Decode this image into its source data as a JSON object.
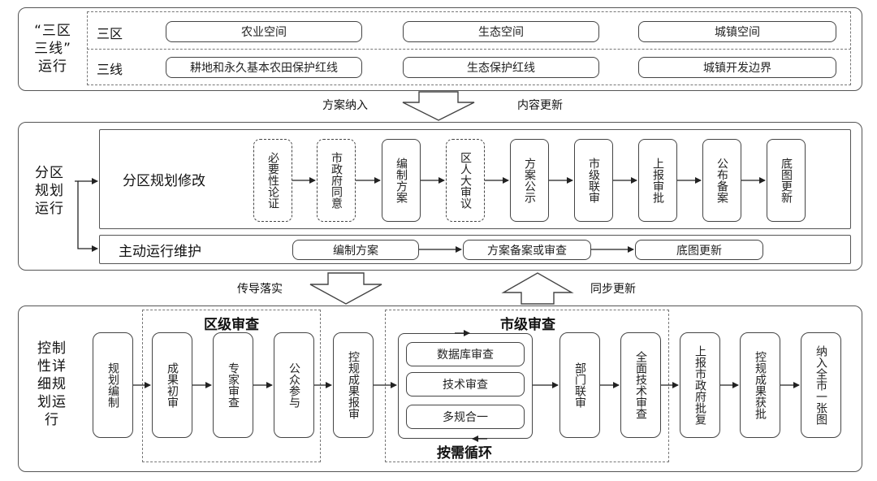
{
  "section1": {
    "side_label": "“三区\n三线”\n运行",
    "row1_label": "三区",
    "row2_label": "三线",
    "row1_items": [
      "农业空间",
      "生态空间",
      "城镇空间"
    ],
    "row2_items": [
      "耕地和永久基本农田保护红线",
      "生态保护红线",
      "城镇开发边界"
    ]
  },
  "arrow1": {
    "left_text": "方案纳入",
    "right_text": "内容更新"
  },
  "section2": {
    "side_label": "分区\n规划\n运行",
    "sub1_label": "分区规划修改",
    "sub2_label": "主动运行维护",
    "steps": [
      "必要性论证",
      "市政府同意",
      "编制方案",
      "区人大审议",
      "方案公示",
      "市级联审",
      "上报审批",
      "公布备案",
      "底图更新"
    ],
    "maintain_steps": [
      "编制方案",
      "方案备案或审查",
      "底图更新"
    ]
  },
  "arrow2": {
    "left_text": "传导落实",
    "right_text": "同步更新"
  },
  "section3": {
    "side_label": "控制\n性详\n细规\n划运\n行",
    "district_title": "区级审查",
    "city_title": "市级审查",
    "loop_label": "按需循环",
    "step_plan": "规划编制",
    "district_steps": [
      "成果初审",
      "专家审查",
      "公众参与"
    ],
    "step_submit": "控规成果报审",
    "city_checks": [
      "数据库审查",
      "技术审查",
      "多规合一"
    ],
    "city_steps": [
      "部门联审",
      "全面技术审查"
    ],
    "final_steps": [
      "上报市政府批复",
      "控规成果获批",
      "纳入全市一张图"
    ]
  }
}
